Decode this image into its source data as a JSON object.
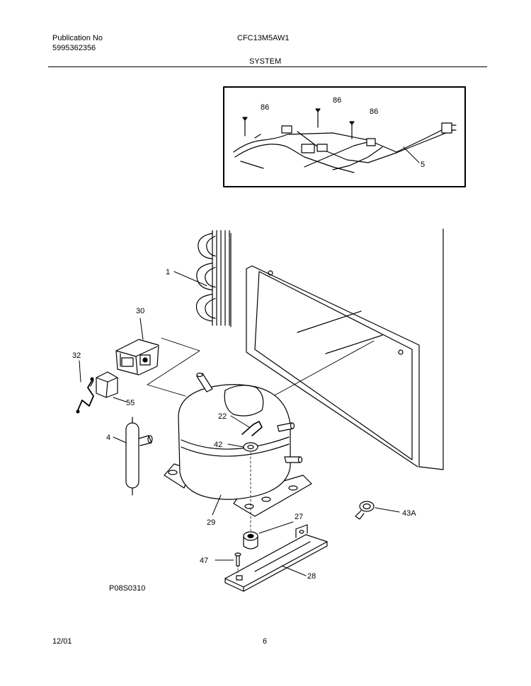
{
  "header": {
    "publication_label": "Publication No",
    "publication_number": "5995362356",
    "model": "CFC13M5AW1",
    "section": "SYSTEM"
  },
  "callouts": {
    "c86a": "86",
    "c86b": "86",
    "c86c": "86",
    "c5": "5",
    "c1": "1",
    "c30": "30",
    "c32": "32",
    "c55": "55",
    "c4": "4",
    "c22": "22",
    "c42": "42",
    "c29": "29",
    "c27": "27",
    "c43a": "43A",
    "c47": "47",
    "c28": "28"
  },
  "diagram_code": "P08S0310",
  "footer": {
    "date": "12/01",
    "page": "6"
  }
}
